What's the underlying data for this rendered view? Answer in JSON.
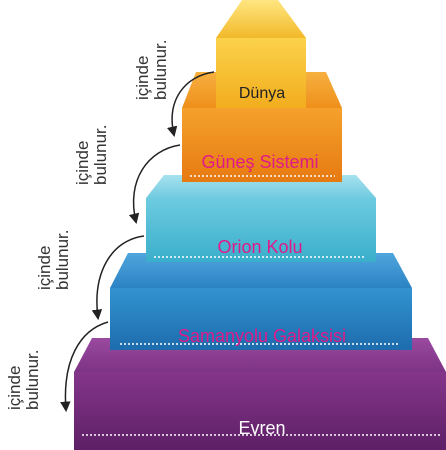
{
  "levels": [
    {
      "label": "Dünya",
      "color": "#222222"
    },
    {
      "label": "Güneş Sistemi",
      "color": "#e0198a"
    },
    {
      "label": "Orion Kolu",
      "color": "#e0198a"
    },
    {
      "label": "Samanyolu Galaksisi",
      "color": "#e0198a"
    },
    {
      "label": "Evren",
      "color": "#ffffff"
    }
  ],
  "connector": {
    "word1": "içinde",
    "word2": "bulunur."
  },
  "colors": {
    "gold": "#f5c730",
    "orange": "#f0901e",
    "cyan": "#5cc2d8",
    "blue": "#2e86c6",
    "purple": "#7a2e80"
  }
}
